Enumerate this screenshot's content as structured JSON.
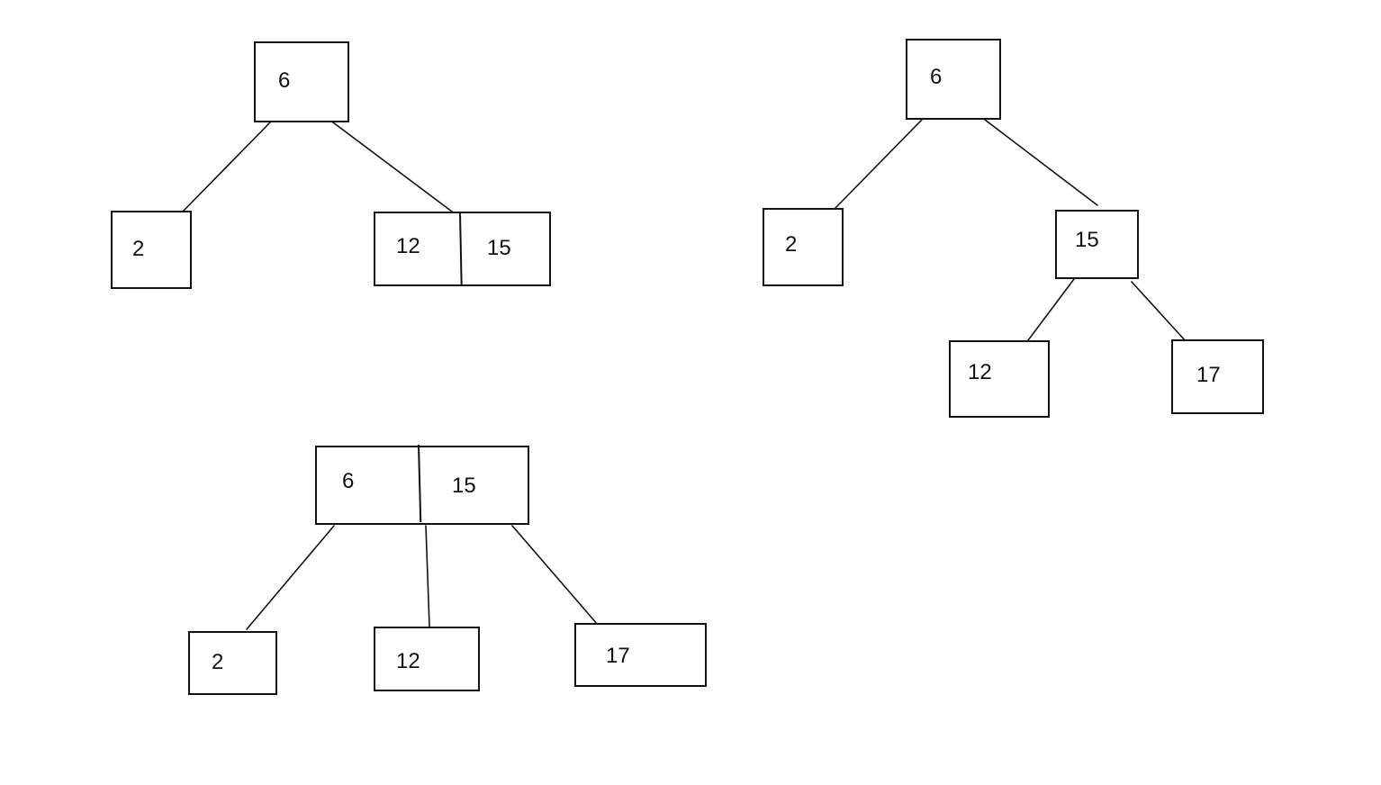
{
  "trees": [
    {
      "root": {
        "keys": [
          "6"
        ]
      },
      "children": [
        {
          "keys": [
            "2"
          ]
        },
        {
          "keys": [
            "12",
            "15"
          ]
        }
      ]
    },
    {
      "root": {
        "keys": [
          "6"
        ]
      },
      "children": [
        {
          "keys": [
            "2"
          ]
        },
        {
          "keys": [
            "15"
          ],
          "children": [
            {
              "keys": [
                "12"
              ]
            },
            {
              "keys": [
                "17"
              ]
            }
          ]
        }
      ]
    },
    {
      "root": {
        "keys": [
          "6",
          "15"
        ]
      },
      "children": [
        {
          "keys": [
            "2"
          ]
        },
        {
          "keys": [
            "12"
          ]
        },
        {
          "keys": [
            "17"
          ]
        }
      ]
    }
  ]
}
